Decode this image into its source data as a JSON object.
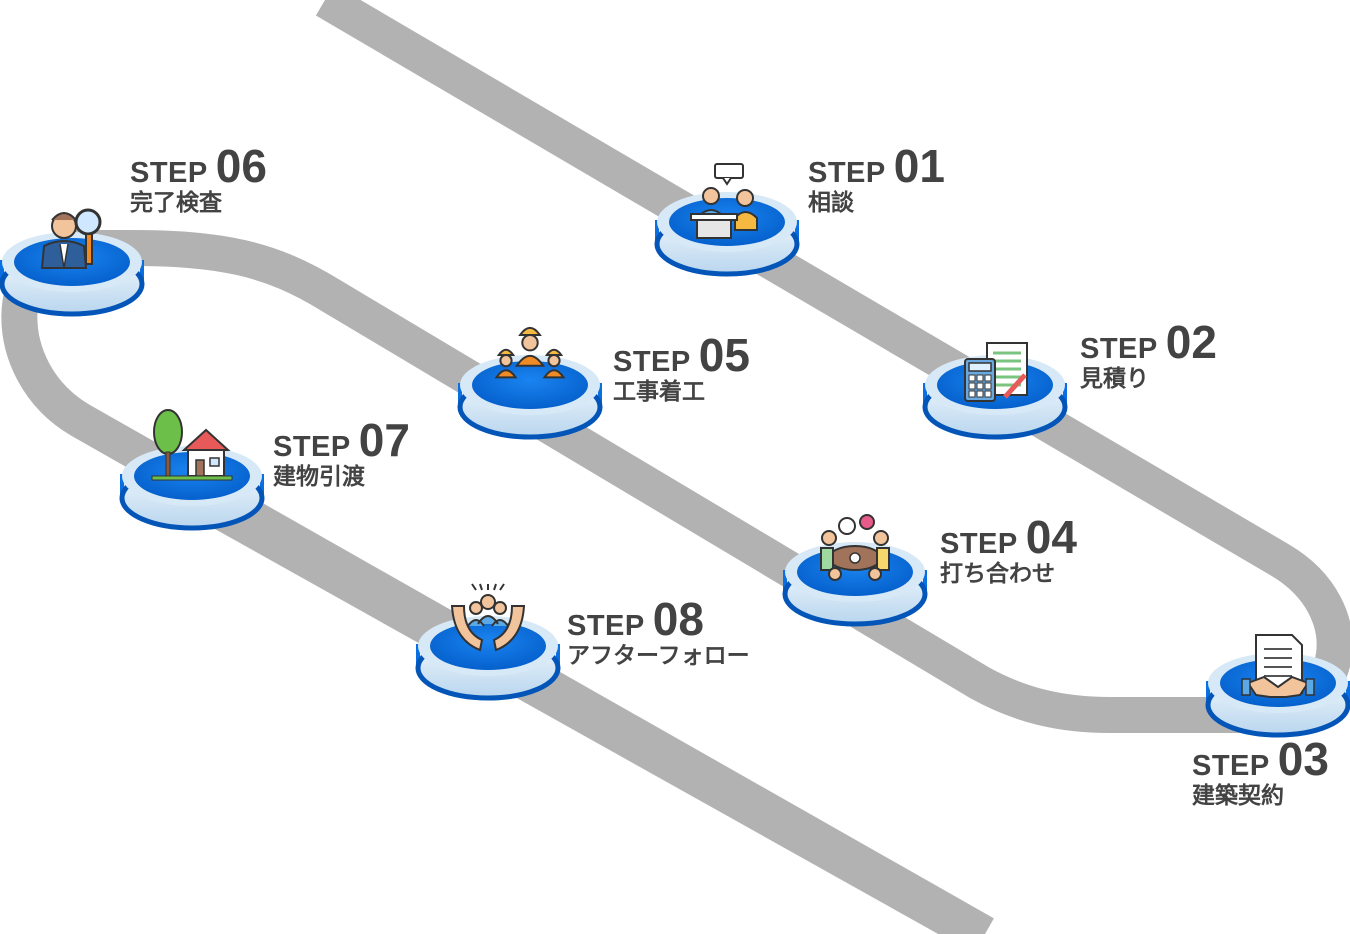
{
  "colors": {
    "track": "#b2b2b2",
    "disc_blue": "#0a6fe0",
    "disc_blue_dark": "#0455b8",
    "disc_base": "#cfe3f4",
    "text": "#434343"
  },
  "steps": [
    {
      "id": 1,
      "step": "STEP",
      "num": "01",
      "name": "相談",
      "icon": "consultation-icon"
    },
    {
      "id": 2,
      "step": "STEP",
      "num": "02",
      "name": "見積り",
      "icon": "estimate-calculator-icon"
    },
    {
      "id": 3,
      "step": "STEP",
      "num": "03",
      "name": "建築契約",
      "icon": "contract-handshake-icon"
    },
    {
      "id": 4,
      "step": "STEP",
      "num": "04",
      "name": "打ち合わせ",
      "icon": "meeting-table-icon"
    },
    {
      "id": 5,
      "step": "STEP",
      "num": "05",
      "name": "工事着工",
      "icon": "construction-workers-icon"
    },
    {
      "id": 6,
      "step": "STEP",
      "num": "06",
      "name": "完了検査",
      "icon": "inspector-magnifier-icon"
    },
    {
      "id": 7,
      "step": "STEP",
      "num": "07",
      "name": "建物引渡",
      "icon": "house-handover-icon"
    },
    {
      "id": 8,
      "step": "STEP",
      "num": "08",
      "name": "アフターフォロー",
      "icon": "caring-hands-icon"
    }
  ]
}
